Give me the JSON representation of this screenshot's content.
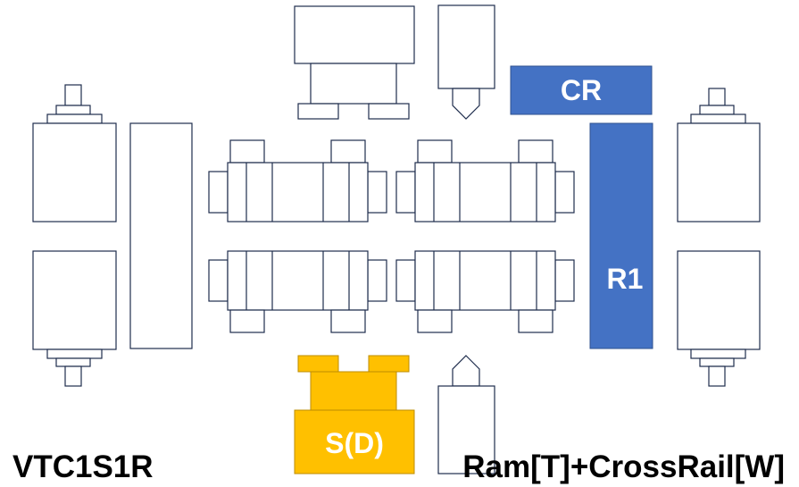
{
  "labels": {
    "cross_rail": "CR",
    "ram": "R1",
    "spindle": "S(D)"
  },
  "footer": {
    "model": "VTC1S1R",
    "configuration": "Ram[T]+CrossRail[W]"
  },
  "colors": {
    "outline": "#1f2d4d",
    "cross_rail": "#4472c4",
    "ram": "#4472c4",
    "spindle": "#ffc000",
    "label_text": "#ffffff"
  }
}
